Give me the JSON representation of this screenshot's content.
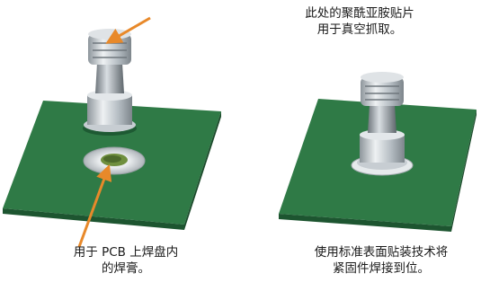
{
  "callouts": {
    "top": {
      "line1": "此处的聚酰亚胺贴片",
      "line2": "用于真空抓取。"
    },
    "left": {
      "line1": "用于 PCB 上焊盘内",
      "line2": "的焊膏。"
    },
    "right": {
      "line1": "使用标准表面贴装技术将",
      "line2": "紧固件焊接到位。"
    }
  },
  "colors": {
    "board_top": "#2f7a46",
    "board_side": "#1d5530",
    "pad_silver": "#cfd3d6",
    "paste_green": "#6f8f3e",
    "fastener_metal": "#b9c0c6",
    "arrow_orange": "#e8892a"
  }
}
